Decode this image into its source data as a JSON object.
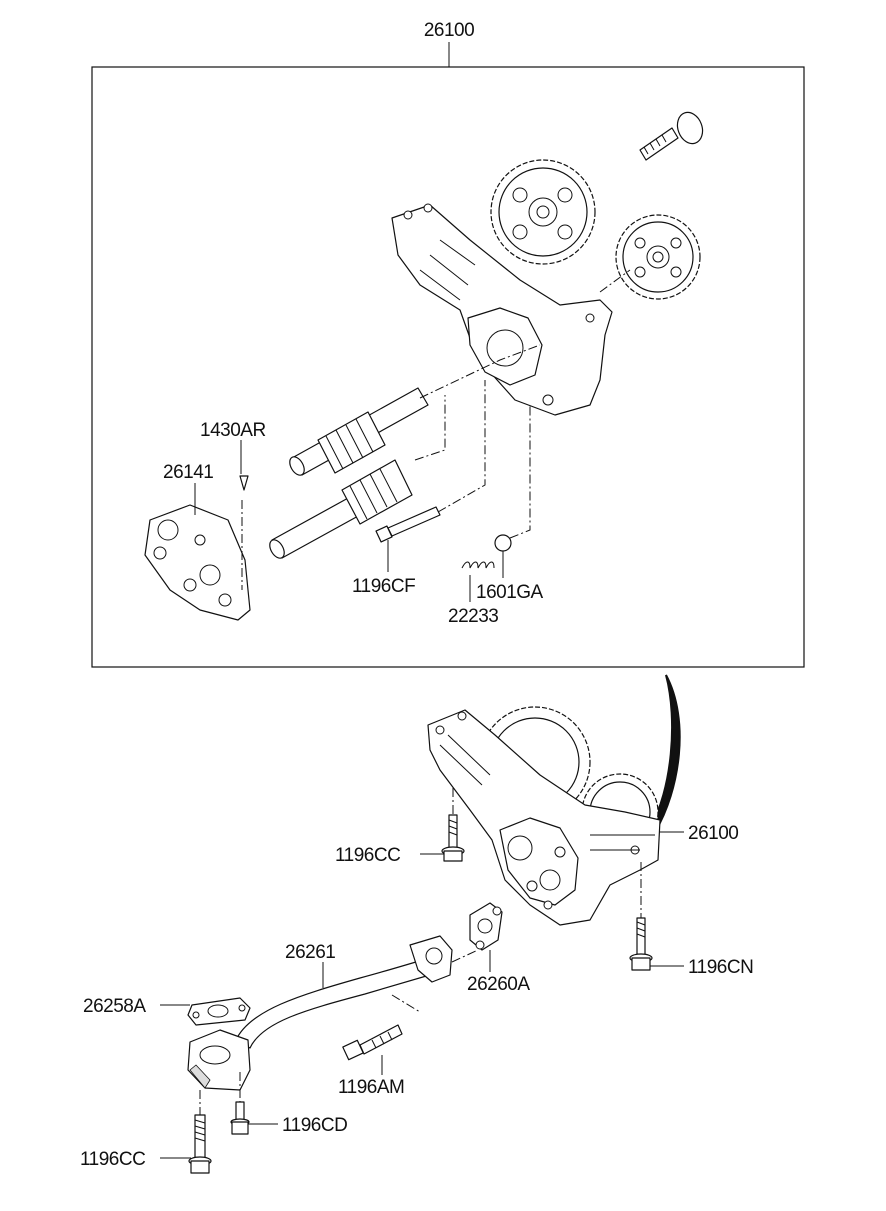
{
  "diagram": {
    "labels": {
      "top_assembly": "26100",
      "pin": "1430AR",
      "cover": "26141",
      "bolt_cf": "1196CF",
      "ball": "1601GA",
      "spring": "22233",
      "assembly": "26100",
      "bolt_cc_mid": "1196CC",
      "bolt_cn": "1196CN",
      "pipe": "26261",
      "gasket_pump": "26260A",
      "gasket_strainer": "26258A",
      "bolt_am": "1196AM",
      "bolt_cd": "1196CD",
      "bolt_cc_bottom": "1196CC"
    }
  }
}
